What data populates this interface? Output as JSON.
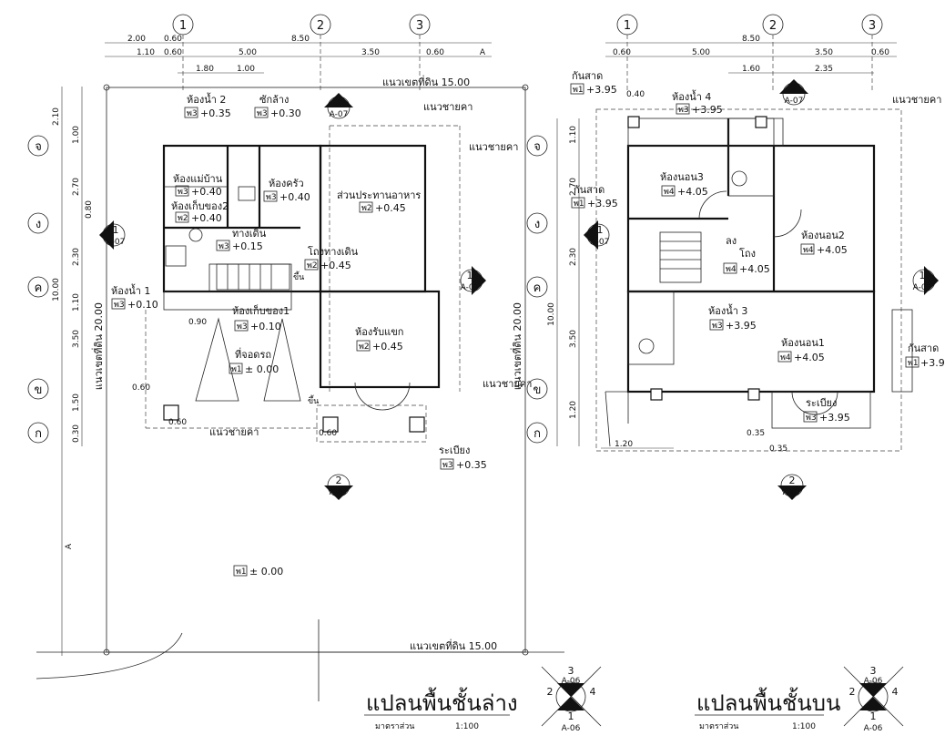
{
  "drawing": {
    "grid_x_labels": [
      "1",
      "2",
      "3"
    ],
    "grid_y_labels": [
      "จ",
      "ง",
      "ค",
      "ข",
      "ก"
    ],
    "ground": {
      "title": "แปลนพื้นชั้นล่าง",
      "scale_label": "มาตราส่วน",
      "scale_value": "1:100",
      "boundary_top": "แนวเขตที่ดิน  15.00",
      "boundary_bottom": "แนวเขตที่ดิน  15.00",
      "boundary_side": "แนวเขตที่ดิน  20.00",
      "dims_top_row1": [
        "2.00",
        "0.60",
        "8.50"
      ],
      "dims_top_row2": [
        "1.10",
        "0.60",
        "5.00",
        "3.50",
        "0.60",
        "A"
      ],
      "dims_top_row3": [
        "1.80",
        "1.00"
      ],
      "dims_left": [
        "2.10",
        "1.00",
        "2.70",
        "0.80",
        "2.30",
        "10.00",
        "1.10",
        "3.50",
        "1.50",
        "0.30"
      ],
      "dim_a_left": "A",
      "rooms": [
        {
          "name": "ห้องน้ำ 2",
          "tag": "พ3",
          "level": "+0.35"
        },
        {
          "name": "ซักล้าง",
          "tag": "พ3",
          "level": "+0.30"
        },
        {
          "name": "ห้องแม่บ้าน",
          "tag": "พ3",
          "level": "+0.40"
        },
        {
          "name": "ห้องเก็บของ2",
          "tag": "พ2",
          "level": "+0.40"
        },
        {
          "name": "ห้องครัว",
          "tag": "พ3",
          "level": "+0.40"
        },
        {
          "name": "ส่วนประทานอาหาร",
          "tag": "พ2",
          "level": "+0.45"
        },
        {
          "name": "ทางเดิน",
          "tag": "พ3",
          "level": "+0.15"
        },
        {
          "name": "โถงทางเดิน",
          "tag": "พ2",
          "level": "+0.45"
        },
        {
          "name": "ห้องน้ำ 1",
          "tag": "พ3",
          "level": "+0.10"
        },
        {
          "name": "ห้องเก็บของ1",
          "tag": "พ3",
          "level": "+0.10"
        },
        {
          "name": "ห้องรับแขก",
          "tag": "พ2",
          "level": "+0.45"
        },
        {
          "name": "ที่จอดรถ",
          "tag": "พ1",
          "level": "± 0.00"
        },
        {
          "name": "ระเบียง",
          "tag": "พ3",
          "level": "+0.35"
        }
      ],
      "site_tag": "พ1",
      "site_level": "± 0.00",
      "eave_label": "แนวชายคา",
      "misc": [
        "0.90",
        "0.60",
        "0.60",
        "0.60",
        "ขึ้น",
        "ขึ้น"
      ]
    },
    "upper": {
      "title": "แปลนพื้นชั้นบน",
      "scale_label": "มาตราส่วน",
      "scale_value": "1:100",
      "dims_top_row1": [
        "8.50"
      ],
      "dims_top_row2": [
        "0.60",
        "5.00",
        "3.50",
        "0.60"
      ],
      "dims_top_row3": [
        "1.60",
        "2.35"
      ],
      "dims_left": [
        "1.10",
        "2.70",
        "2.30",
        "10.00",
        "3.50",
        "1.20"
      ],
      "dims_bottom": [
        "1.20",
        "0.35",
        "0.35"
      ],
      "rooms": [
        {
          "name": "กันสาด",
          "tag": "พ1",
          "level": "+3.95"
        },
        {
          "name": "ห้องน้ำ 4",
          "tag": "พ3",
          "level": "+3.95"
        },
        {
          "name": "ห้องนอน3",
          "tag": "พ4",
          "level": "+4.05"
        },
        {
          "name": "กันสาด",
          "tag": "พ1",
          "level": "+3.95"
        },
        {
          "name": "ห้องนอน2",
          "tag": "พ4",
          "level": "+4.05"
        },
        {
          "name": "โถง",
          "tag": "พ4",
          "level": "+4.05"
        },
        {
          "name": "ห้องน้ำ 3",
          "tag": "พ3",
          "level": "+3.95"
        },
        {
          "name": "ห้องนอน1",
          "tag": "พ4",
          "level": "+4.05"
        },
        {
          "name": "กันสาด",
          "tag": "พ1",
          "level": "+3.95"
        },
        {
          "name": "ระเบียง",
          "tag": "พ3",
          "level": "+3.95"
        }
      ],
      "stair_label": "ลง",
      "eave_label": "แนวชายคา",
      "dim_040": "0.40"
    },
    "section_markers": [
      {
        "num": "1",
        "sheet": "A-07"
      },
      {
        "num": "2",
        "sheet": "A-07"
      }
    ],
    "elevation_key": {
      "top": "3",
      "left": "2",
      "right": "4",
      "bottom": "1",
      "sheet": "A-06"
    }
  }
}
